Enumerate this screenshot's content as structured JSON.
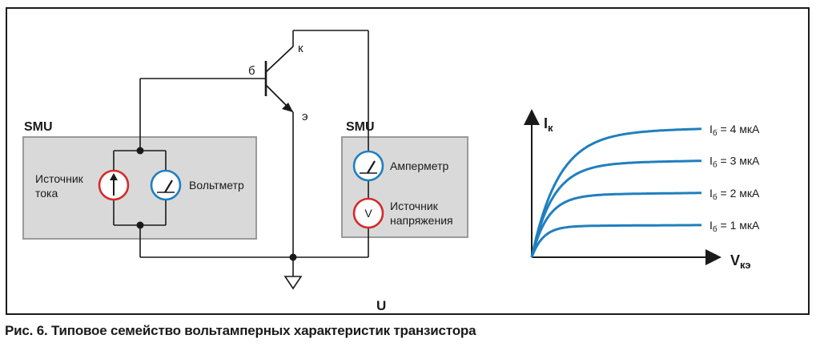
{
  "diagram": {
    "left_smu": {
      "title": "SMU",
      "current_source_label_1": "Источник",
      "current_source_label_2": "тока",
      "voltmeter_label": "Вольтметр"
    },
    "right_smu": {
      "title": "SMU",
      "ammeter_label": "Амперметр",
      "voltage_source_label_1": "Источник",
      "voltage_source_label_2": "напряжения",
      "voltage_source_symbol": "V"
    },
    "transistor": {
      "base_label": "б",
      "collector_label": "к",
      "emitter_label": "э"
    },
    "ground_label": "U"
  },
  "chart_data": {
    "type": "line",
    "ylabel_main": "I",
    "ylabel_sub": "к",
    "xlabel_main": "V",
    "xlabel_sub": "кэ",
    "series": [
      {
        "name_main": "I",
        "name_sub": "б",
        "name_rest": " =  4 мкА",
        "saturation": 4,
        "k": 0.03
      },
      {
        "name_main": "I",
        "name_sub": "б",
        "name_rest": " =  3 мкА",
        "saturation": 3,
        "k": 0.038
      },
      {
        "name_main": "I",
        "name_sub": "б",
        "name_rest": " =  2 мкА",
        "saturation": 2,
        "k": 0.05
      },
      {
        "name_main": "I",
        "name_sub": "б",
        "name_rest": " =  1 мкА",
        "saturation": 1,
        "k": 0.07
      }
    ],
    "colors": {
      "curve": "#1f7fbf"
    }
  },
  "caption": "Рис. 6. Типовое семейство вольтамперных характеристик транзистора",
  "colors": {
    "box_fill": "#d9d9d9",
    "box_stroke": "#9a9a9a",
    "source_ring": "#d42a2a",
    "meter_ring": "#1f7fbf",
    "wire": "#1a1a1a"
  }
}
